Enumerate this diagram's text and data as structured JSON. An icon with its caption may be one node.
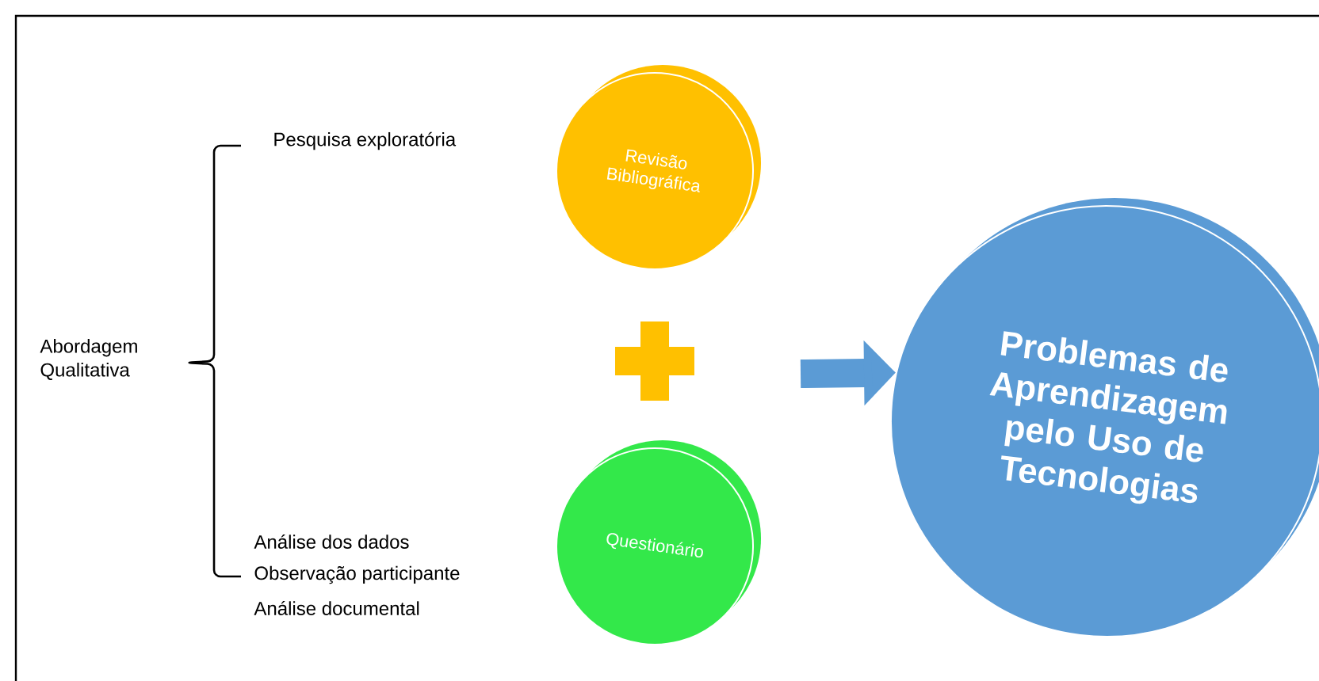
{
  "diagram": {
    "nodes": [
      {
        "text": [
          "Revisão Bibliográfica"
        ]
      },
      {
        "text": [
          "Questionário"
        ]
      },
      {
        "text": [
          "Problemas de Aprendizagem pelo Uso de Tecnologias"
        ]
      }
    ],
    "edges": [
      {
        "from": null,
        "to": 2,
        "arrow": "to"
      }
    ],
    "labels": [
      "Abordagem Qualitativa",
      "Pesquisa exploratória",
      "Análise dos dados",
      "Observação participante",
      "Análise documental"
    ]
  }
}
